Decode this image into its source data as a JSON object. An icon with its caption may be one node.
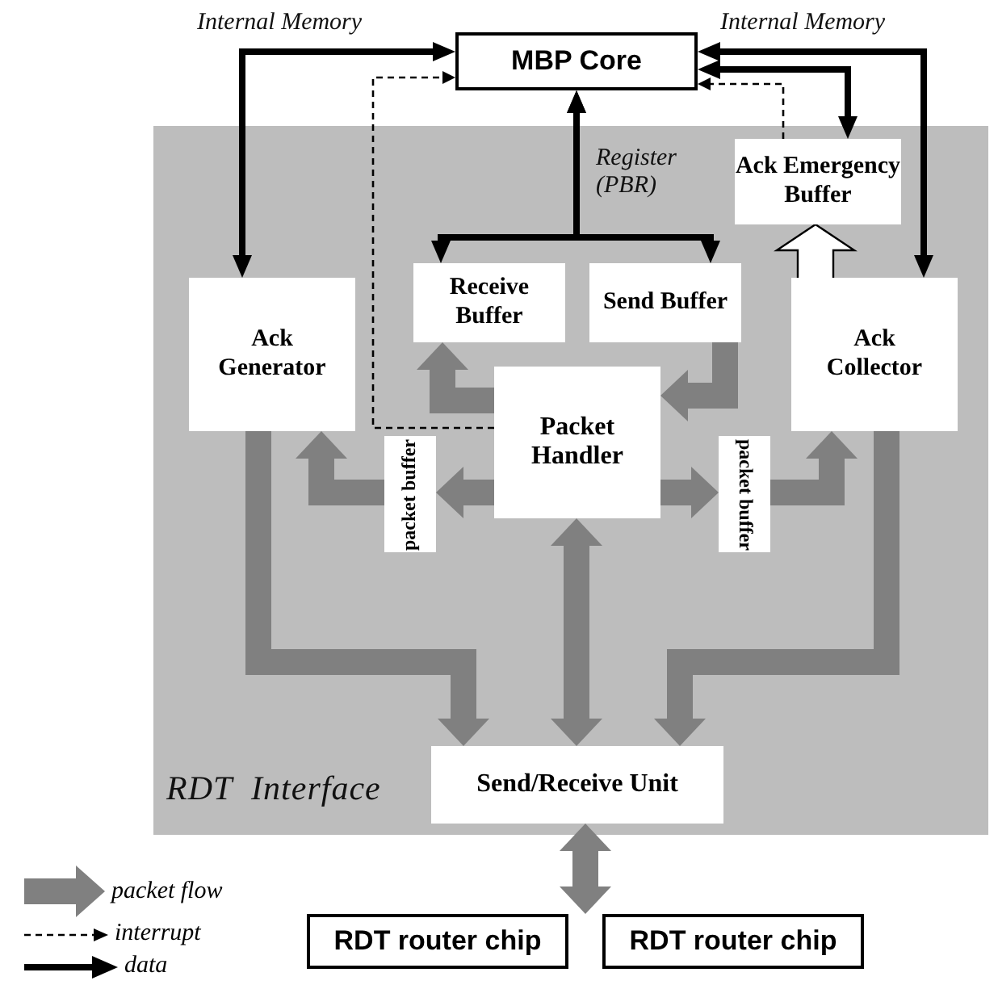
{
  "diagram": {
    "nodes": [
      {
        "text": [
          "RDT Interface"
        ]
      },
      {
        "text": [
          "MBP Core"
        ]
      },
      {
        "text": [
          "Ack Emergency Buffer"
        ],
        "in": 0
      },
      {
        "text": [
          "Receive Buffer"
        ],
        "in": 0
      },
      {
        "text": [
          "Send Buffer"
        ],
        "in": 0
      },
      {
        "text": [
          "Ack Generator"
        ],
        "in": 0
      },
      {
        "text": [
          "Ack Collector"
        ],
        "in": 0
      },
      {
        "text": [
          "Packet Handler"
        ],
        "in": 0
      },
      {
        "text": [
          "packet buffer"
        ],
        "in": 0
      },
      {
        "text": [
          "packet buffer"
        ],
        "in": 0
      },
      {
        "text": [
          "Send/Receive Unit"
        ],
        "in": 0
      },
      {
        "text": [
          "RDT router chip"
        ]
      },
      {
        "text": [
          "RDT router chip"
        ]
      }
    ],
    "edges": [
      {
        "from": 1,
        "to": 5,
        "arrow": "both",
        "label": "Internal Memory",
        "color": "#000000"
      },
      {
        "from": 1,
        "to": 6,
        "arrow": "both",
        "label": "Internal Memory",
        "color": "#000000"
      },
      {
        "from": 1,
        "to": 2,
        "arrow": "both",
        "color": "#000000"
      },
      {
        "from": 1,
        "to": 3,
        "arrow": "both",
        "label": "Register (PBR)",
        "color": "#000000"
      },
      {
        "from": 1,
        "to": 4,
        "arrow": "both",
        "color": "#000000"
      },
      {
        "from": 7,
        "to": 1,
        "arrow": "to",
        "style": "dashed",
        "color": "#000000"
      },
      {
        "from": 2,
        "to": 1,
        "arrow": "to",
        "style": "dashed",
        "color": "#000000"
      },
      {
        "from": 7,
        "to": 3,
        "arrow": "to"
      },
      {
        "from": 4,
        "to": 7,
        "arrow": "to"
      },
      {
        "from": 7,
        "to": 8,
        "arrow": "to"
      },
      {
        "from": 8,
        "to": 5,
        "arrow": "to"
      },
      {
        "from": 7,
        "to": 9,
        "arrow": "to"
      },
      {
        "from": 9,
        "to": 6,
        "arrow": "to"
      },
      {
        "from": 5,
        "to": 10,
        "arrow": "to"
      },
      {
        "from": 7,
        "to": 10,
        "arrow": "both"
      },
      {
        "from": 6,
        "to": 10,
        "arrow": "to"
      },
      {
        "from": 6,
        "to": 2,
        "arrow": "to",
        "color": "#ffffff"
      },
      {
        "from": 10,
        "to": 11,
        "arrow": "both"
      },
      {
        "from": 10,
        "to": 12,
        "arrow": "both"
      }
    ],
    "legend": [
      {
        "text": "packet flow"
      },
      {
        "text": "interrupt"
      },
      {
        "text": "data"
      }
    ]
  }
}
